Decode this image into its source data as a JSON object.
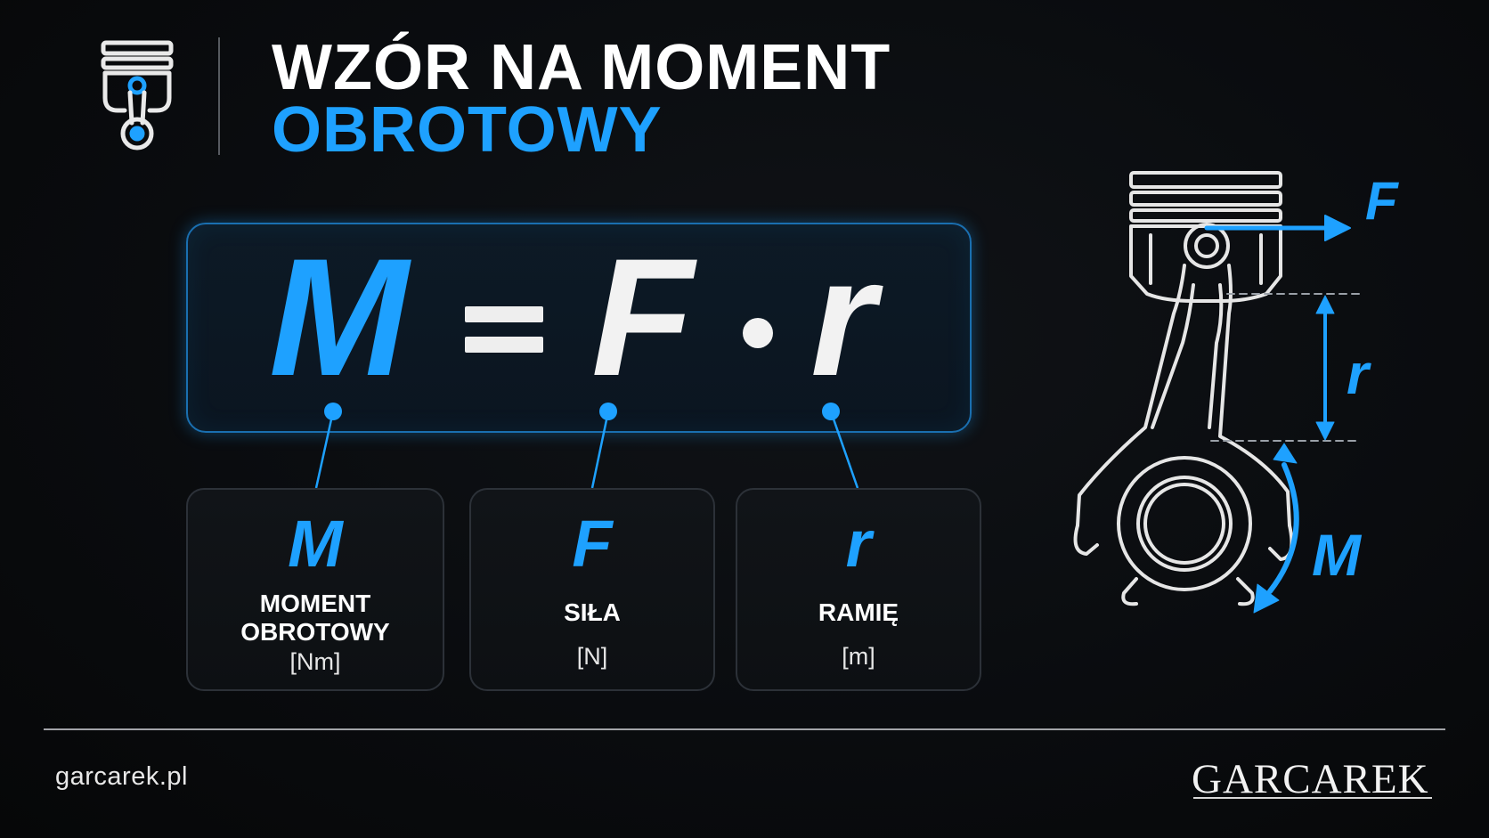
{
  "header": {
    "title_line1": "WZÓR NA MOMENT",
    "title_line2": "OBROTOWY",
    "icon": "piston-icon"
  },
  "formula": {
    "M": "M",
    "F": "F",
    "r": "r",
    "equals_icon": "equals-sign",
    "multiply_icon": "multiplication-dot"
  },
  "cards": [
    {
      "symbol": "M",
      "name": "MOMENT\nOBROTOWY",
      "unit": "[Nm]"
    },
    {
      "symbol": "F",
      "name": "SIŁA",
      "unit": "[N]"
    },
    {
      "symbol": "r",
      "name": "RAMIĘ",
      "unit": "[m]"
    }
  ],
  "diagram": {
    "icon": "piston-connecting-rod-icon",
    "force_label": "F",
    "arm_label": "r",
    "torque_label": "M"
  },
  "footer": {
    "url": "garcarek.pl",
    "logo": "GARCAREK"
  },
  "colors": {
    "accent": "#1ea1ff",
    "background": "#0a0c0f",
    "text": "#ffffff"
  }
}
